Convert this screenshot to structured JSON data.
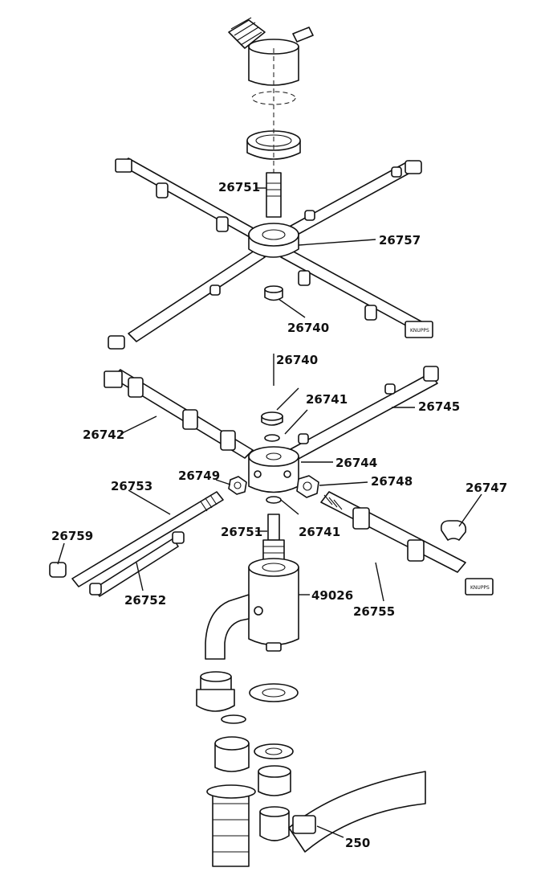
{
  "labels": {
    "p26751_top": "26751",
    "p26757": "26757",
    "p26740_top": "26740",
    "p26740_mid": "26740",
    "p26741_top": "26741",
    "p26745": "26745",
    "p26742": "26742",
    "p26744": "26744",
    "p26749": "26749",
    "p26748": "26748",
    "p26753": "26753",
    "p26747": "26747",
    "p26751_bot": "26751",
    "p26741_bot": "26741",
    "p26759": "26759",
    "p26752": "26752",
    "p49026": "49026",
    "p26755": "26755",
    "p250": "250"
  },
  "end_cap_marks": {
    "cap_upper": "KNUPPS",
    "cap_lower": "KNUPPS"
  }
}
